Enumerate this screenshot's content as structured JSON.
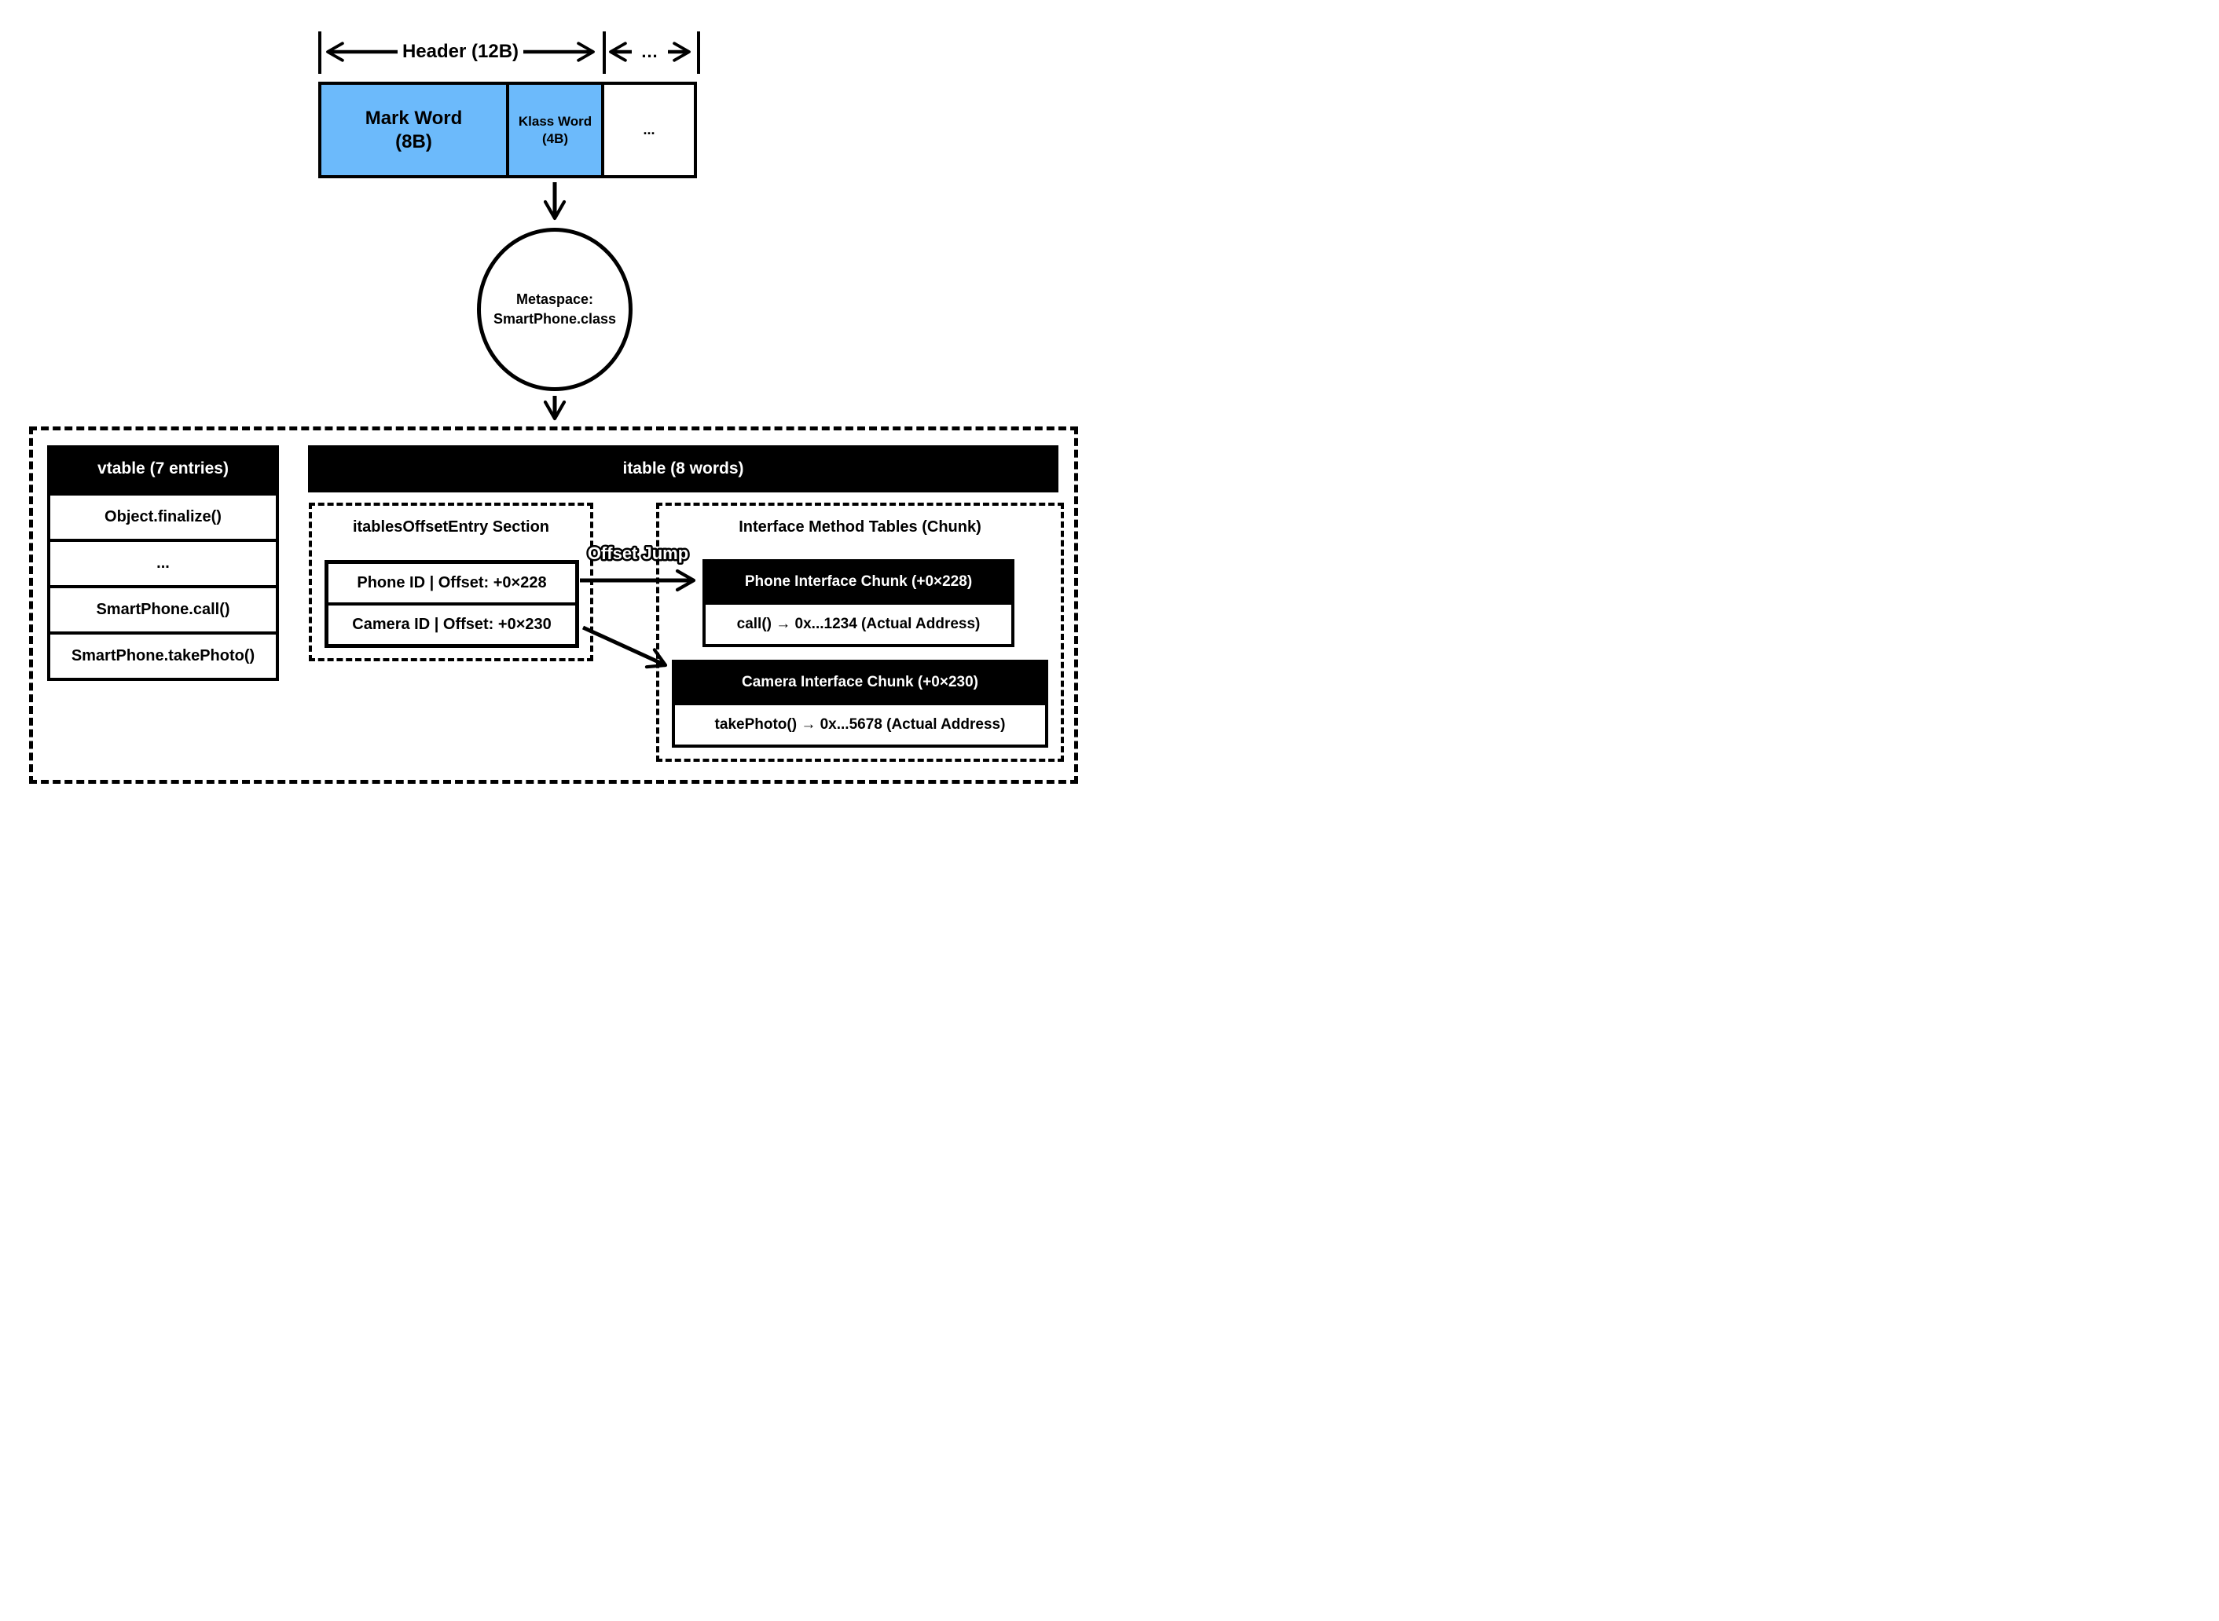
{
  "colors": {
    "cell_blue": "#6cbafb",
    "line_black": "#000000"
  },
  "dimension_bar": {
    "header_label": "Header (12B)",
    "rest_label": "..."
  },
  "object_header": {
    "mark_word_title": "Mark Word",
    "mark_word_size": "(8B)",
    "klass_word_title": "Klass Word",
    "klass_word_size": "(4B)",
    "rest_cell": "..."
  },
  "metaspace": {
    "line1": "Metaspace:",
    "line2": "SmartPhone.class"
  },
  "vtable": {
    "title": "vtable (7 entries)",
    "rows": [
      "Object.finalize()",
      "...",
      "SmartPhone.call()",
      "SmartPhone.takePhoto()"
    ]
  },
  "itable": {
    "title": "itable (8 words)",
    "offset_section": {
      "title": "itablesOffsetEntry Section",
      "rows": [
        "Phone ID | Offset: +0×228",
        "Camera ID | Offset: +0×230"
      ]
    },
    "offset_jump_label": "Offset Jump",
    "method_tables": {
      "title": "Interface Method Tables (Chunk)",
      "chunks": [
        {
          "header": "Phone Interface Chunk (+0×228)",
          "row": "call() → 0x...1234 (Actual Address)"
        },
        {
          "header": "Camera Interface Chunk (+0×230)",
          "row": "takePhoto() → 0x...5678 (Actual Address)"
        }
      ]
    }
  }
}
